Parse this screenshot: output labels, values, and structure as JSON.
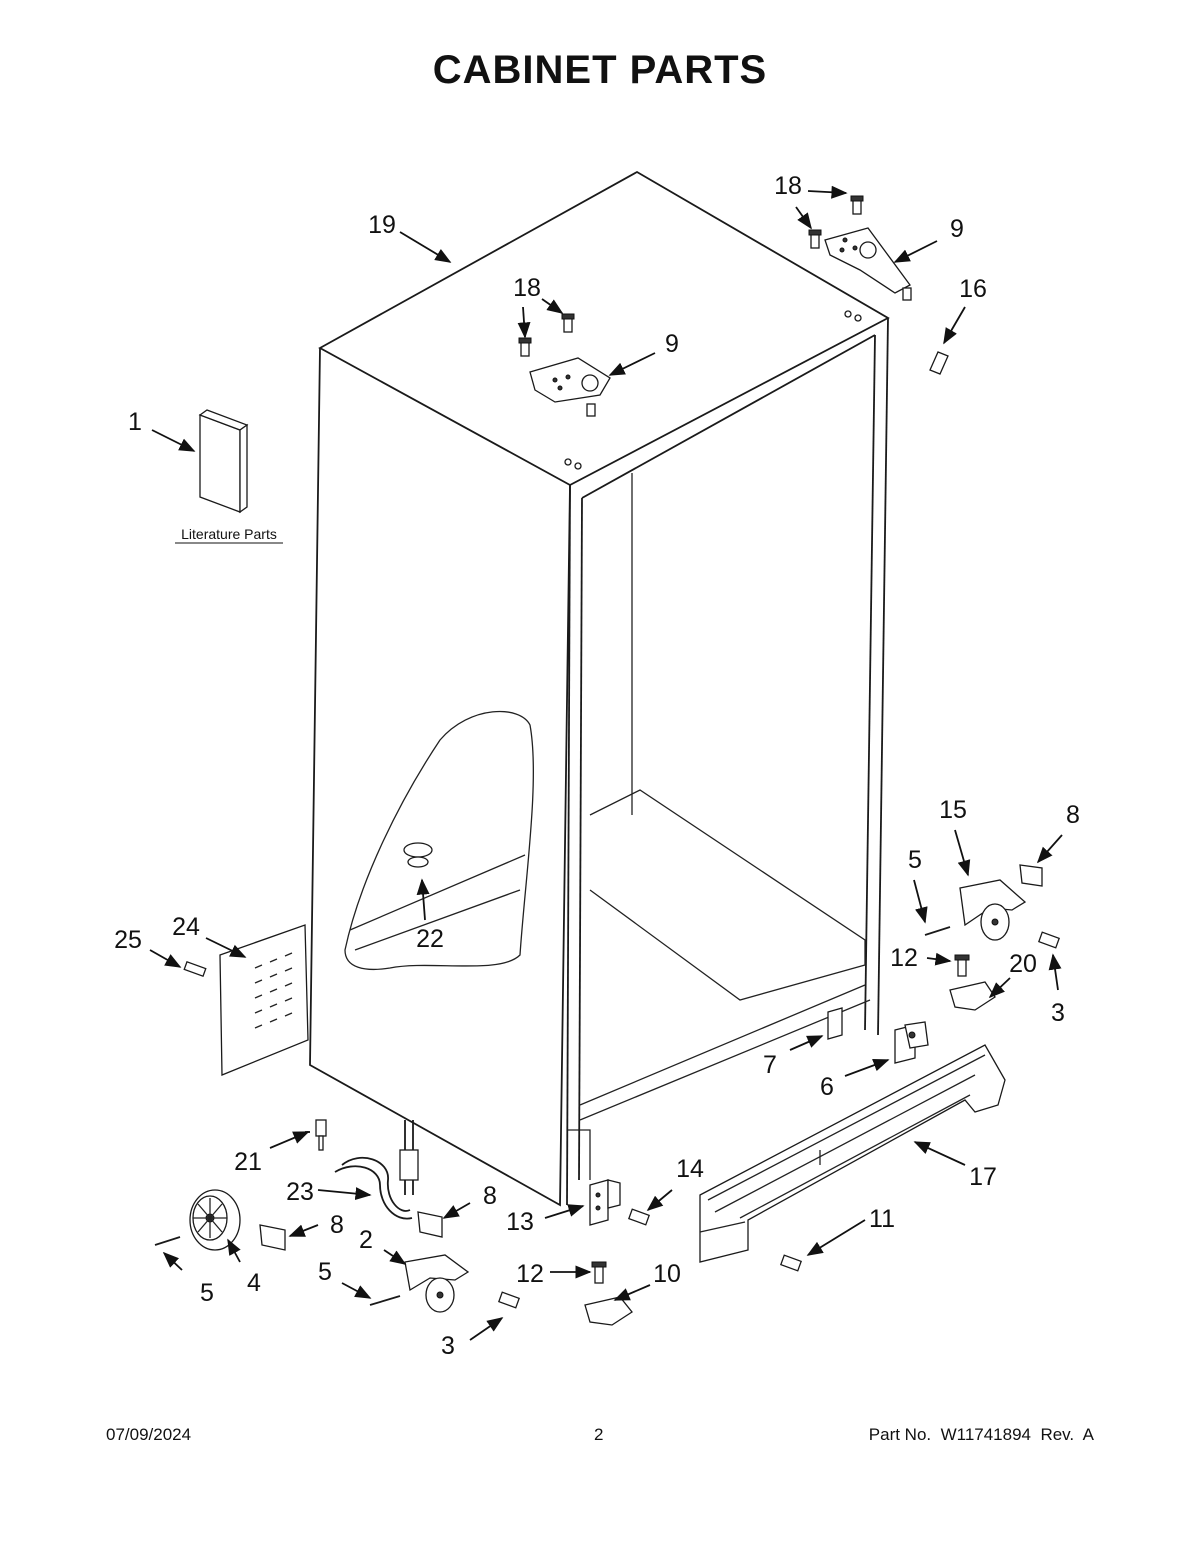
{
  "title": "CABINET PARTS",
  "literature_label": "Literature Parts",
  "footer": {
    "date": "07/09/2024",
    "page": "2",
    "part_no": "Part No.  W11741894  Rev.  A"
  },
  "callouts": {
    "c1": "1",
    "c2": "2",
    "c3a": "3",
    "c3b": "3",
    "c4": "4",
    "c5a": "5",
    "c5b": "5",
    "c5c": "5",
    "c6": "6",
    "c7": "7",
    "c8a": "8",
    "c8b": "8",
    "c8c": "8",
    "c9a": "9",
    "c9b": "9",
    "c10": "10",
    "c11": "11",
    "c12a": "12",
    "c12b": "12",
    "c13": "13",
    "c14": "14",
    "c15": "15",
    "c16": "16",
    "c17": "17",
    "c18a": "18",
    "c18b": "18",
    "c19": "19",
    "c20": "20",
    "c21": "21",
    "c22": "22",
    "c23": "23",
    "c24": "24",
    "c25": "25"
  }
}
